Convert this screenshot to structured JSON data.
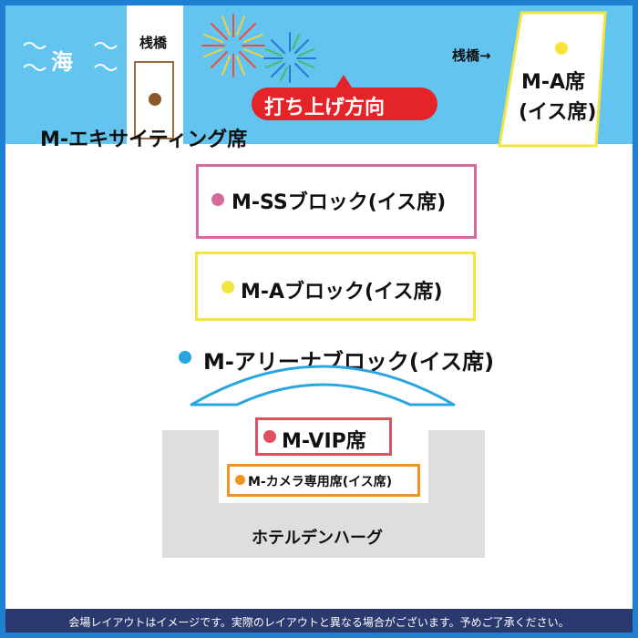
{
  "header": {
    "sea_label": "海",
    "pier_label": "桟橋",
    "pier_arrow_label": "桟橋→",
    "launch_direction_label": "打ち上げ方向",
    "exciting_seat_label": "M-エキサイティング席",
    "ma_seat_name": "M-A席",
    "ma_seat_sub": "(イス席)"
  },
  "blocks": {
    "ss_block_label": "M-SSブロック(イス席)",
    "a_block_label": "M-Aブロック(イス席)",
    "arena_block_label": "M-アリーナブロック(イス席)",
    "vip_label": "M-VIP席",
    "camera_label": "M-カメラ専用席(イス席)"
  },
  "venue": {
    "hotel_label": "ホテルデンハーグ"
  },
  "footer": {
    "note": "会場レイアウトはイメージです。実際のレイアウトと異なる場合がございます。予めご了承ください。"
  },
  "colors": {
    "frame": "#1f7fd0",
    "sky": "#62c4ef",
    "launch_badge": "#e5242a",
    "ss_block": "#d46a9e",
    "a_block": "#f2e443",
    "arena_block": "#29a6e0",
    "vip": "#e0505e",
    "camera": "#f29321",
    "hotel": "#dedede",
    "footer": "#2a3a6e"
  },
  "icons": {
    "fireworks": "fireworks-icon",
    "launch_arrow": "up-arrow-icon"
  }
}
